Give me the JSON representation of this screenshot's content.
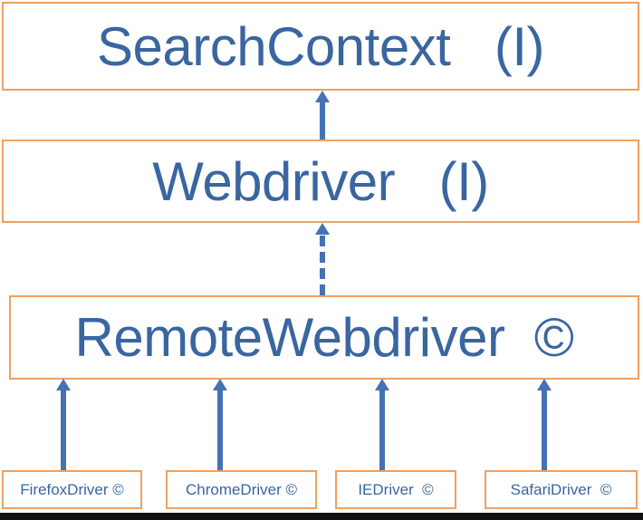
{
  "diagram": {
    "boxes": {
      "search_context": "SearchContext   (I)",
      "webdriver": "Webdriver   (I)",
      "remote_webdriver": "RemoteWebdriver  ©",
      "firefox_driver": "FirefoxDriver ©",
      "chrome_driver": "ChromeDriver ©",
      "ie_driver": "IEDriver  ©",
      "safari_driver": "SafariDriver  ©"
    },
    "colors": {
      "box_border": "#f0a060",
      "text": "#3a66a0",
      "arrow": "#4472b4"
    }
  }
}
